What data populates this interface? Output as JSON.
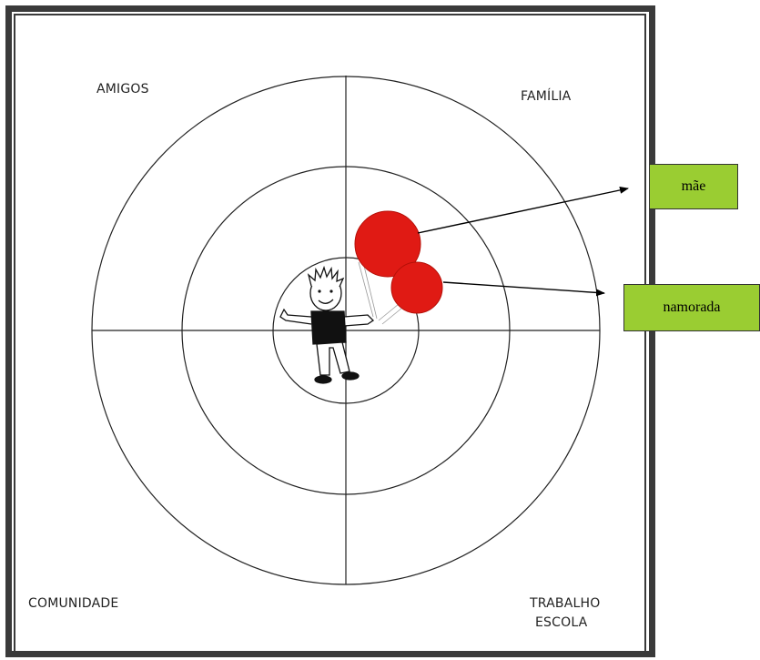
{
  "quadrant_labels": {
    "top_left": "AMIGOS",
    "top_right": "FAMÍLIA",
    "bottom_left": "COMUNIDADE",
    "bottom_right_line1": "TRABALHO",
    "bottom_right_line2": "ESCOLA"
  },
  "callouts": {
    "mae": "mãe",
    "namorada": "namorada"
  },
  "colors": {
    "balloon": "#e01a14",
    "callout_fill": "#9acd32",
    "frame": "#3a3a3a"
  }
}
